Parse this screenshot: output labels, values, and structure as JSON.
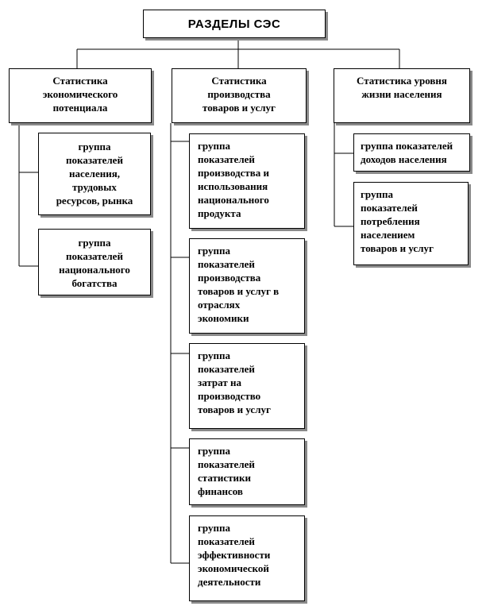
{
  "root": {
    "label": "РАЗДЕЛЫ СЭС"
  },
  "columns": [
    {
      "header": "Статистика\nэкономического\nпотенциала",
      "groups": [
        "группа\nпоказателей\nнаселения,\nтрудовых\nресурсов, рынка",
        "группа\nпоказателей\nнационального\nбогатства"
      ]
    },
    {
      "header": "Статистика\nпроизводства\nтоваров и услуг",
      "groups": [
        "группа\nпоказателей\nпроизводства и\nиспользования\nнационального\nпродукта",
        "группа\nпоказателей\nпроизводства\nтоваров и услуг в\nотраслях\nэкономики",
        "группа\nпоказателей\nзатрат на\nпроизводство\nтоваров и услуг",
        "группа\nпоказателей\nстатистики\nфинансов",
        "группа\nпоказателей\nэффективности\nэкономической\nдеятельности"
      ]
    },
    {
      "header": "Статистика уровня\nжизни населения",
      "groups": [
        "группа показателей\nдоходов населения",
        "группа\nпоказателей\nпотребления\nнаселением\nтоваров и услуг"
      ]
    }
  ]
}
